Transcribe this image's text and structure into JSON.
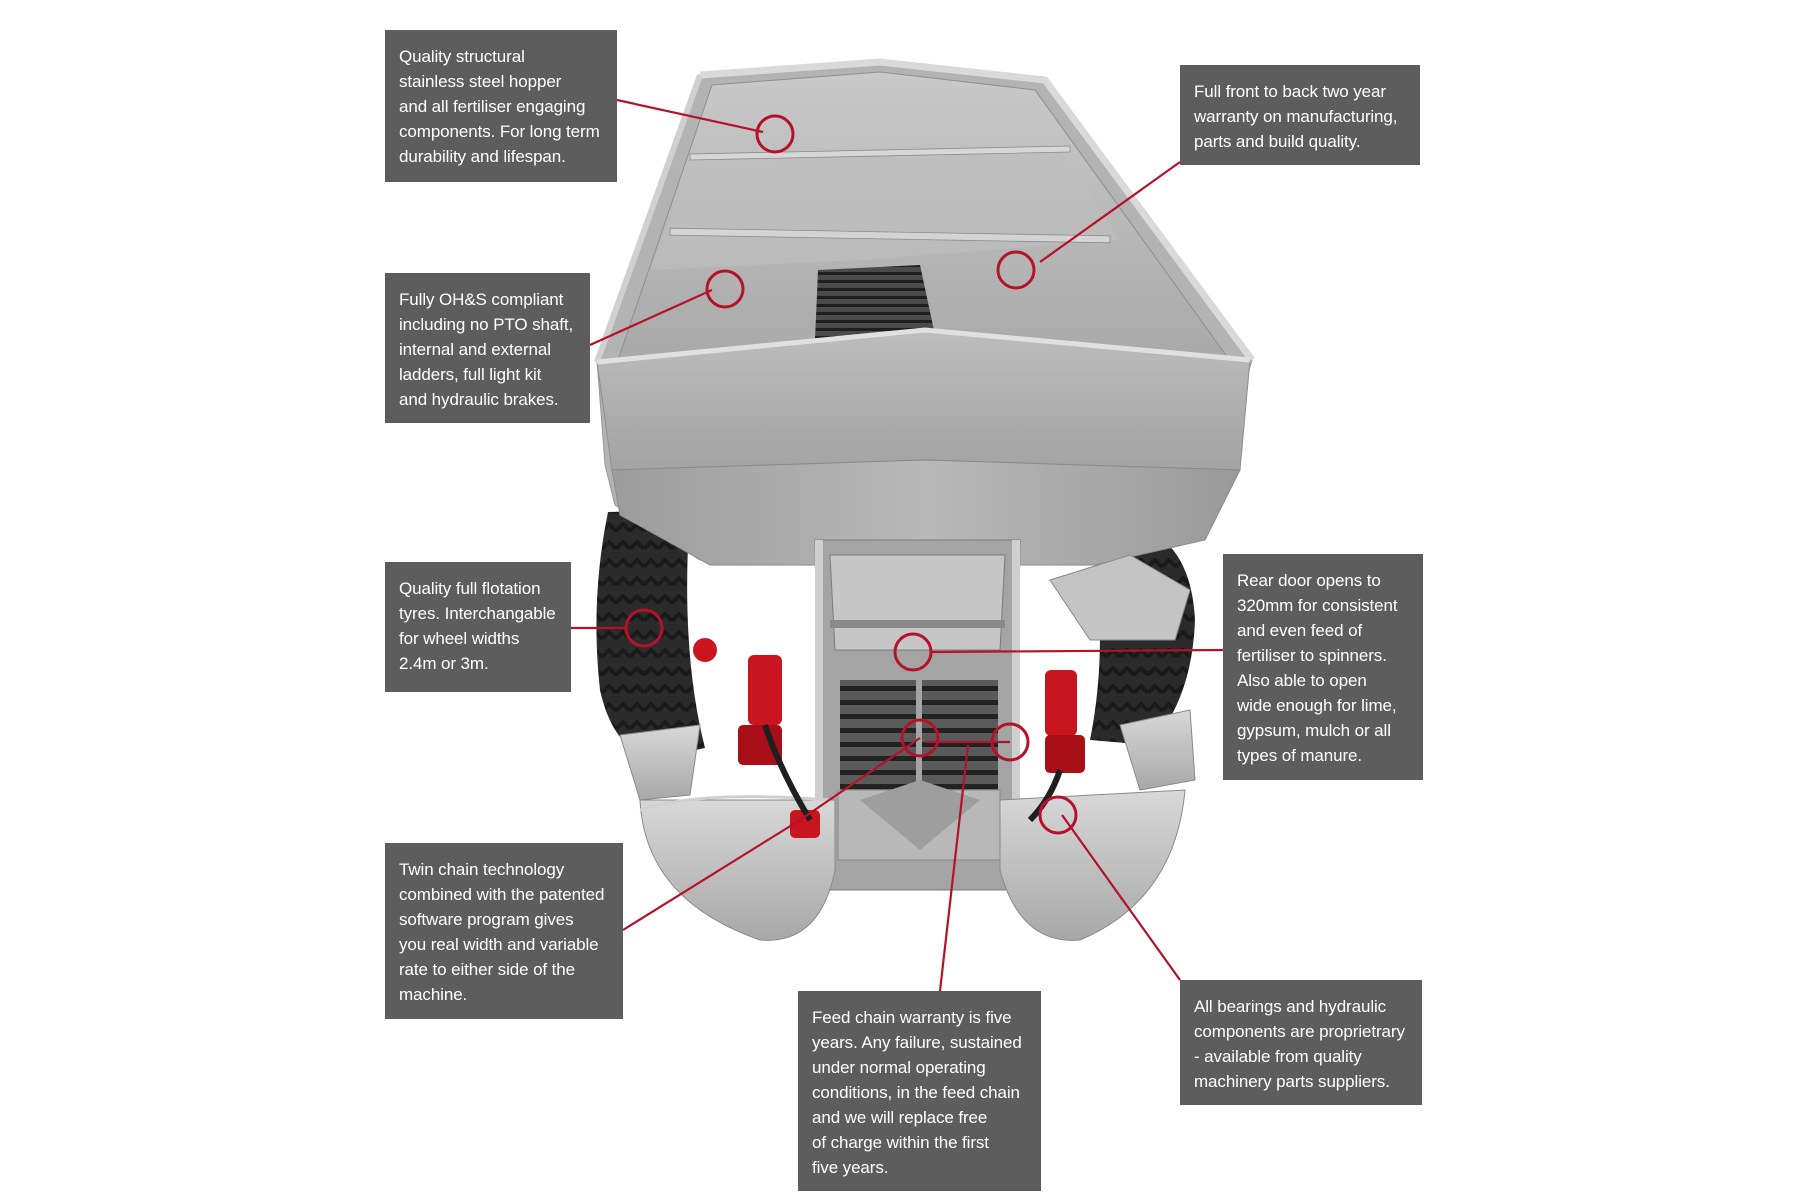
{
  "colors": {
    "callout_bg": "#5d5d5d",
    "callout_text": "#ffffff",
    "accent": "#b5122a",
    "steel": "#b9b9b9",
    "tyre": "#2a2a2a",
    "hydraulic": "#c8151f"
  },
  "callouts": {
    "hopper": "Quality structural\nstainless steel hopper\nand all fertiliser engaging\ncomponents. For long term\ndurability and lifespan.",
    "warranty": "Full front to back two year\nwarranty on manufacturing,\nparts and build quality.",
    "ohs": "Fully OH&S compliant\nincluding no PTO shaft,\ninternal and external\nladders, full light kit\nand hydraulic brakes.",
    "tyres": "Quality full flotation\ntyres. Interchangable\nfor wheel widths\n2.4m or 3m.",
    "rear_door": "Rear door opens to\n320mm for consistent\nand even feed of\nfertiliser to spinners.\nAlso able to open\nwide enough for lime,\ngypsum, mulch or all\ntypes of manure.",
    "twin_chain": "Twin chain technology\ncombined with the patented\nsoftware program gives\nyou real width and variable\nrate to either side of the\nmachine.",
    "feed_chain": "Feed chain warranty is five\nyears. Any failure, sustained\nunder normal operating\nconditions, in the feed chain\nand we will replace free\nof charge within the first\nfive years.",
    "bearings": "All bearings and hydraulic\ncomponents are proprietrary\n- available from quality\nmachinery parts suppliers."
  }
}
